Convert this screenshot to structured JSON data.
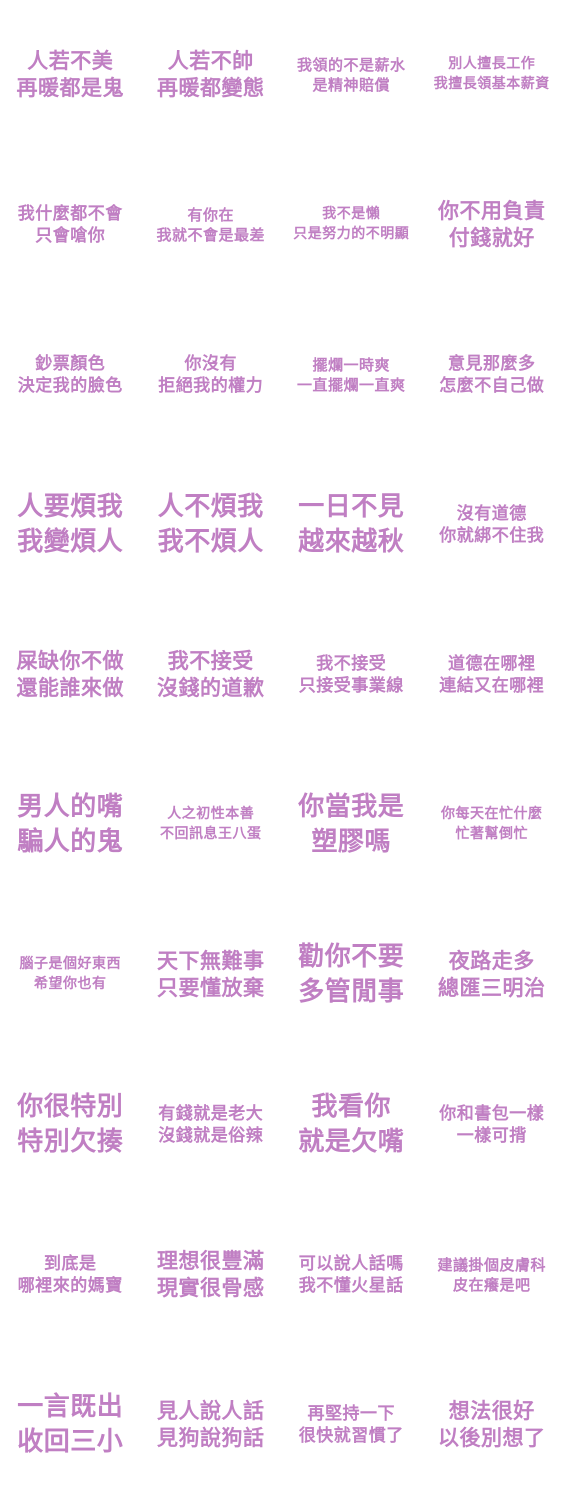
{
  "sticker_color": "#c07fc3",
  "stickers": [
    {
      "line1": "人若不美",
      "line2": "再暖都是鬼",
      "size": "l"
    },
    {
      "line1": "人若不帥",
      "line2": "再暖都變態",
      "size": "l"
    },
    {
      "line1": "我領的不是薪水",
      "line2": "是精神賠償",
      "size": "s"
    },
    {
      "line1": "別人擅長工作",
      "line2": "我擅長領基本薪資",
      "size": "xs"
    },
    {
      "line1": "我什麼都不會",
      "line2": "只會嗆你",
      "size": "m"
    },
    {
      "line1": "有你在",
      "line2": "我就不會是最差",
      "size": "s"
    },
    {
      "line1": "我不是懶",
      "line2": "只是努力的不明顯",
      "size": "xs"
    },
    {
      "line1": "你不用負責",
      "line2": "付錢就好",
      "size": "l"
    },
    {
      "line1": "鈔票顏色",
      "line2": "決定我的臉色",
      "size": "m"
    },
    {
      "line1": "你沒有",
      "line2": "拒絕我的權力",
      "size": "m"
    },
    {
      "line1": "擺爛一時爽",
      "line2": "一直擺爛一直爽",
      "size": "s"
    },
    {
      "line1": "意見那麼多",
      "line2": "怎麼不自己做",
      "size": "m"
    },
    {
      "line1": "人要煩我",
      "line2": "我變煩人",
      "size": "xl"
    },
    {
      "line1": "人不煩我",
      "line2": "我不煩人",
      "size": "xl"
    },
    {
      "line1": "一日不見",
      "line2": "越來越秋",
      "size": "xl"
    },
    {
      "line1": "沒有道德",
      "line2": "你就綁不住我",
      "size": "m"
    },
    {
      "line1": "屎缺你不做",
      "line2": "還能誰來做",
      "size": "l"
    },
    {
      "line1": "我不接受",
      "line2": "沒錢的道歉",
      "size": "l"
    },
    {
      "line1": "我不接受",
      "line2": "只接受事業線",
      "size": "m"
    },
    {
      "line1": "道德在哪裡",
      "line2": "連結又在哪裡",
      "size": "m"
    },
    {
      "line1": "男人的嘴",
      "line2": "騙人的鬼",
      "size": "xl"
    },
    {
      "line1": "人之初性本善",
      "line2": "不回訊息王八蛋",
      "size": "xs"
    },
    {
      "line1": "你當我是",
      "line2": "塑膠嗎",
      "size": "xl"
    },
    {
      "line1": "你每天在忙什麼",
      "line2": "忙著幫倒忙",
      "size": "xs"
    },
    {
      "line1": "腦子是個好東西",
      "line2": "希望你也有",
      "size": "xs"
    },
    {
      "line1": "天下無難事",
      "line2": "只要懂放棄",
      "size": "l"
    },
    {
      "line1": "勸你不要",
      "line2": "多管閒事",
      "size": "xl"
    },
    {
      "line1": "夜路走多",
      "line2": "總匯三明治",
      "size": "l"
    },
    {
      "line1": "你很特別",
      "line2": "特別欠揍",
      "size": "xl"
    },
    {
      "line1": "有錢就是老大",
      "line2": "沒錢就是俗辣",
      "size": "m"
    },
    {
      "line1": "我看你",
      "line2": "就是欠嘴",
      "size": "xl"
    },
    {
      "line1": "你和書包一樣",
      "line2": "一樣可揹",
      "size": "m"
    },
    {
      "line1": "到底是",
      "line2": "哪裡來的媽寶",
      "size": "m"
    },
    {
      "line1": "理想很豐滿",
      "line2": "現實很骨感",
      "size": "l"
    },
    {
      "line1": "可以說人話嗎",
      "line2": "我不懂火星話",
      "size": "m"
    },
    {
      "line1": "建議掛個皮膚科",
      "line2": "皮在癢是吧",
      "size": "s"
    },
    {
      "line1": "一言既出",
      "line2": "收回三小",
      "size": "xl"
    },
    {
      "line1": "見人說人話",
      "line2": "見狗說狗話",
      "size": "l"
    },
    {
      "line1": "再堅持一下",
      "line2": "很快就習慣了",
      "size": "m"
    },
    {
      "line1": "想法很好",
      "line2": "以後別想了",
      "size": "l"
    }
  ]
}
